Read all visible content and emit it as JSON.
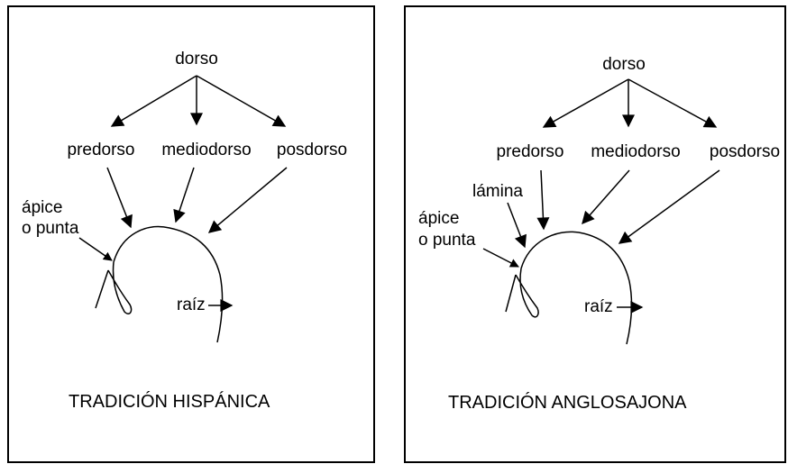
{
  "left_panel": {
    "labels": {
      "dorso": "dorso",
      "predorso": "predorso",
      "mediodorso": "mediodorso",
      "posdorso": "posdorso",
      "apice_line1": "ápice",
      "apice_line2": "o punta",
      "raiz": "raíz"
    },
    "caption": "TRADICIÓN HISPÁNICA"
  },
  "right_panel": {
    "labels": {
      "dorso": "dorso",
      "predorso": "predorso",
      "mediodorso": "mediodorso",
      "posdorso": "posdorso",
      "lamina": "lámina",
      "apice_line1": "ápice",
      "apice_line2": "o punta",
      "raiz": "raíz"
    },
    "caption": "TRADICIÓN ANGLOSAJONA"
  }
}
